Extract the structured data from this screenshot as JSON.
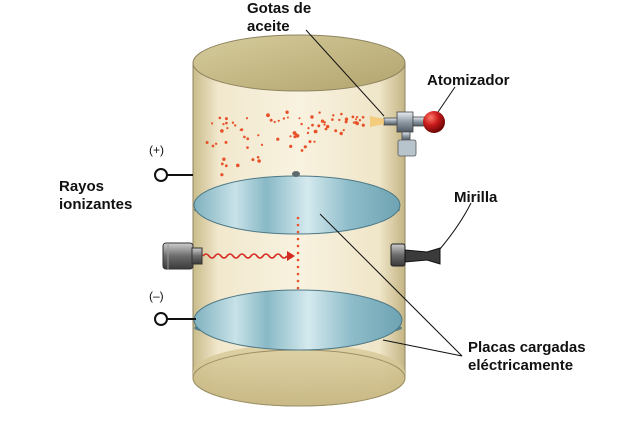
{
  "labels": {
    "oil_drops": [
      "Gotas de",
      "aceite"
    ],
    "atomizer": "Atomizador",
    "ionizing_rays": [
      "Rayos",
      "ionizantes"
    ],
    "sight_glass": "Mirilla",
    "charged_plates": [
      "Placas cargadas",
      "eléctricamente"
    ],
    "positive_terminal": "(+)",
    "negative_terminal": "(–)"
  },
  "colors": {
    "cylinder_cap": "#c6ba86",
    "cylinder_glass": "#f3ead0",
    "plate": "#9cc6d0",
    "oil_drop": "#e8522a",
    "ray": "#d42a20",
    "atomizer_bulb": "#c21818"
  },
  "icons": [
    "oil-drop-icon",
    "atomizer-bulb-icon",
    "ray-gun-icon",
    "eyepiece-icon",
    "terminal-icon"
  ]
}
